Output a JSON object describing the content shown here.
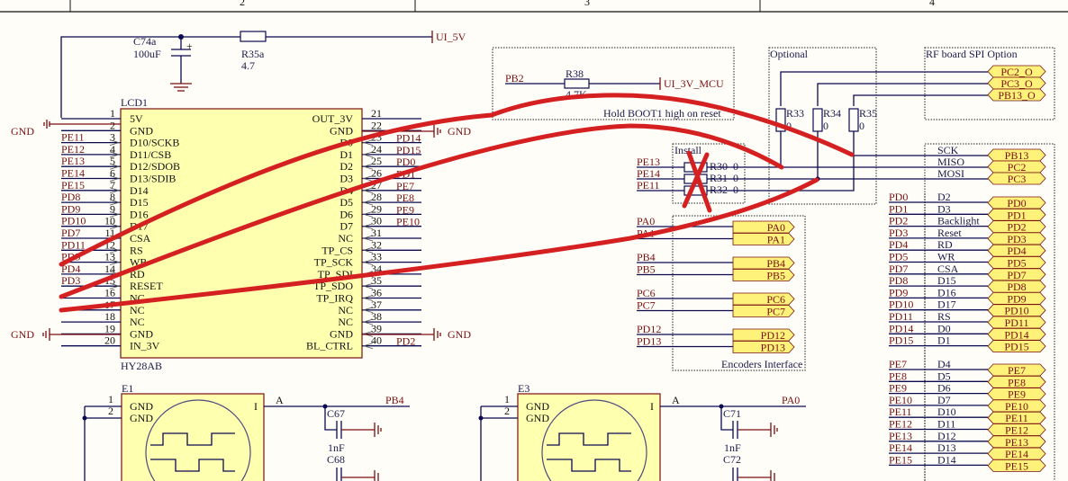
{
  "title_bar": {
    "columns": [
      "2",
      "3",
      "4"
    ]
  },
  "power": {
    "capacitor": {
      "ref": "C74a",
      "value": "100uF"
    },
    "resistor": {
      "ref": "R35a",
      "value": "4.7"
    },
    "net": "UI_5V"
  },
  "lcd": {
    "ref": "LCD1",
    "part": "HY28AB",
    "gnd_label": "GND",
    "left_pins": [
      {
        "num": "1",
        "name": "5V",
        "net": ""
      },
      {
        "num": "2",
        "name": "GND",
        "net": ""
      },
      {
        "num": "3",
        "name": "D10/SCKB",
        "net": "PE11"
      },
      {
        "num": "4",
        "name": "D11/CSB",
        "net": "PE12"
      },
      {
        "num": "5",
        "name": "D12/SDOB",
        "net": "PE13"
      },
      {
        "num": "6",
        "name": "D13/SDIB",
        "net": "PE14"
      },
      {
        "num": "7",
        "name": "D14",
        "net": "PE15"
      },
      {
        "num": "8",
        "name": "D15",
        "net": "PD8"
      },
      {
        "num": "9",
        "name": "D16",
        "net": "PD9"
      },
      {
        "num": "10",
        "name": "D17",
        "net": "PD10"
      },
      {
        "num": "11",
        "name": "CSA",
        "net": "PD7"
      },
      {
        "num": "12",
        "name": "RS",
        "net": "PD11"
      },
      {
        "num": "13",
        "name": "WR",
        "net": "PD5"
      },
      {
        "num": "14",
        "name": "RD",
        "net": "PD4"
      },
      {
        "num": "15",
        "name": "RESET",
        "net": "PD3"
      },
      {
        "num": "16",
        "name": "NC",
        "net": ""
      },
      {
        "num": "17",
        "name": "NC",
        "net": ""
      },
      {
        "num": "18",
        "name": "NC",
        "net": ""
      },
      {
        "num": "19",
        "name": "GND",
        "net": ""
      },
      {
        "num": "20",
        "name": "IN_3V",
        "net": ""
      }
    ],
    "right_pins": [
      {
        "num": "21",
        "name": "OUT_3V",
        "net": ""
      },
      {
        "num": "22",
        "name": "GND",
        "net": ""
      },
      {
        "num": "23",
        "name": "D0",
        "net": "PD14"
      },
      {
        "num": "24",
        "name": "D1",
        "net": "PD15"
      },
      {
        "num": "25",
        "name": "D2",
        "net": "PD0"
      },
      {
        "num": "26",
        "name": "D3",
        "net": "PD1"
      },
      {
        "num": "27",
        "name": "D4",
        "net": "PE7"
      },
      {
        "num": "28",
        "name": "D5",
        "net": "PE8"
      },
      {
        "num": "29",
        "name": "D6",
        "net": "PE9"
      },
      {
        "num": "30",
        "name": "D7",
        "net": "PE10"
      },
      {
        "num": "31",
        "name": "NC",
        "net": ""
      },
      {
        "num": "32",
        "name": "TP_CS",
        "net": ""
      },
      {
        "num": "33",
        "name": "TP_SCK",
        "net": ""
      },
      {
        "num": "34",
        "name": "TP_SDI",
        "net": ""
      },
      {
        "num": "35",
        "name": "TP_SDO",
        "net": ""
      },
      {
        "num": "36",
        "name": "TP_IRQ",
        "net": ""
      },
      {
        "num": "37",
        "name": "NC",
        "net": ""
      },
      {
        "num": "38",
        "name": "NC",
        "net": ""
      },
      {
        "num": "39",
        "name": "GND",
        "net": ""
      },
      {
        "num": "40",
        "name": "BL_CTRL",
        "net": "PD2"
      }
    ]
  },
  "boot": {
    "net_in": "PB2",
    "resistor": {
      "ref": "R38",
      "value": "4.7K"
    },
    "net_out": "UI_3V_MCU",
    "note": "Hold BOOT1 high on reset"
  },
  "install": {
    "title": "Install",
    "rows": [
      {
        "net": "PE13",
        "ref": "R30",
        "value": "0"
      },
      {
        "net": "PE14",
        "ref": "R31",
        "value": "0"
      },
      {
        "net": "PE11",
        "ref": "R32",
        "value": "0"
      }
    ]
  },
  "optional": {
    "title": "Optional",
    "resistors": [
      {
        "ref": "R33",
        "value": "0"
      },
      {
        "ref": "R34",
        "value": "0"
      },
      {
        "ref": "R35",
        "value": "0"
      }
    ]
  },
  "rf_spi": {
    "title": "RF board SPI Option",
    "ports": [
      "PC2_O",
      "PC3_O",
      "PB13_O"
    ]
  },
  "spi": {
    "signals": [
      {
        "name": "SCK",
        "port": "PB13"
      },
      {
        "name": "MISO",
        "port": "PC2"
      },
      {
        "name": "MOSI",
        "port": "PC3"
      }
    ]
  },
  "encoders": {
    "title": "Encoders Interface",
    "groups": [
      [
        "PA0",
        "PA1"
      ],
      [
        "PB4",
        "PB5"
      ],
      [
        "PC6",
        "PC7"
      ],
      [
        "PD12",
        "PD13"
      ]
    ]
  },
  "lcd_interface": {
    "title": "LCD Interface",
    "group1": [
      {
        "net": "PD0",
        "sig": "D2"
      },
      {
        "net": "PD1",
        "sig": "D3"
      },
      {
        "net": "PD2",
        "sig": "Backlight"
      },
      {
        "net": "PD3",
        "sig": "Reset"
      },
      {
        "net": "PD4",
        "sig": "RD"
      },
      {
        "net": "PD5",
        "sig": "WR"
      },
      {
        "net": "PD7",
        "sig": "CSA"
      },
      {
        "net": "PD8",
        "sig": "D15"
      },
      {
        "net": "PD9",
        "sig": "D16"
      },
      {
        "net": "PD10",
        "sig": "D17"
      },
      {
        "net": "PD11",
        "sig": "RS"
      },
      {
        "net": "PD14",
        "sig": "D0"
      },
      {
        "net": "PD15",
        "sig": "D1"
      }
    ],
    "group2": [
      {
        "net": "PE7",
        "sig": "D4"
      },
      {
        "net": "PE8",
        "sig": "D5"
      },
      {
        "net": "PE9",
        "sig": "D6"
      },
      {
        "net": "PE10",
        "sig": "D7"
      },
      {
        "net": "PE11",
        "sig": "D10"
      },
      {
        "net": "PE12",
        "sig": "D11"
      },
      {
        "net": "PE13",
        "sig": "D12"
      },
      {
        "net": "PE14",
        "sig": "D13"
      },
      {
        "net": "PE15",
        "sig": "D14"
      }
    ]
  },
  "encoder_e1": {
    "ref": "E1",
    "pin1": "1",
    "pin2": "2",
    "gnd1": "GND",
    "gnd2": "GND",
    "in_label": "I",
    "out_label": "A",
    "net": "PB4",
    "cap1": "C67",
    "cap_value": "1nF",
    "cap2": "C68"
  },
  "encoder_e3": {
    "ref": "E3",
    "pin1": "1",
    "pin2": "2",
    "gnd1": "GND",
    "gnd2": "GND",
    "in_label": "I",
    "out_label": "A",
    "net": "PA0",
    "cap1": "C71",
    "cap_value": "1nF",
    "cap2": "C72"
  }
}
